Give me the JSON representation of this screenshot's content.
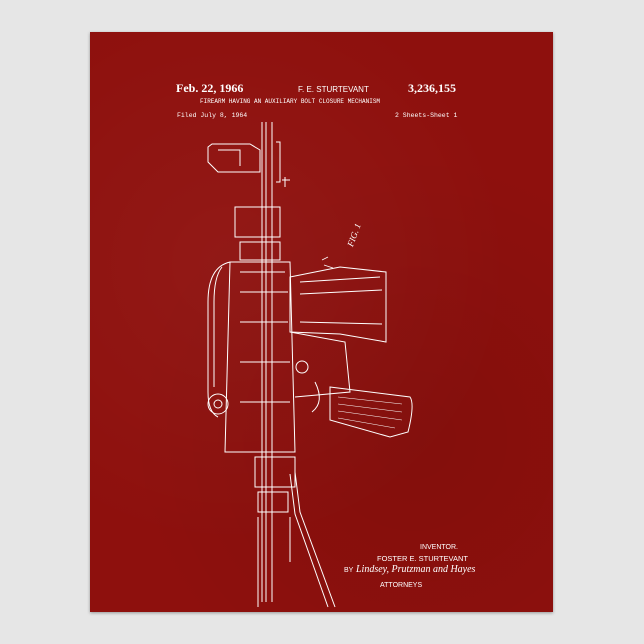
{
  "patent": {
    "date": "Feb. 22, 1966",
    "inventor_short": "F. E. STURTEVANT",
    "number": "3,236,155",
    "title": "FIREARM HAVING AN AUXILIARY BOLT CLOSURE MECHANISM",
    "filed": "Filed July 8, 1964",
    "sheets": "2 Sheets-Sheet 1",
    "figure": "FIG. 1",
    "inventor_label": "INVENTOR.",
    "inventor_name": "FOSTER  E. STURTEVANT",
    "by": "BY",
    "signature": "Lindsey, Prutzman and Hayes",
    "attorneys": "ATTORNEYS"
  },
  "colors": {
    "poster": "#8e100d",
    "ink": "#ffffff",
    "wall": "#e6e6e6"
  }
}
